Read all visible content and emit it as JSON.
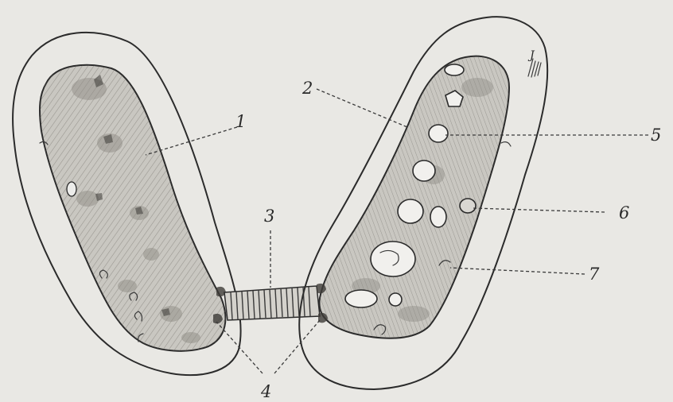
{
  "figure": {
    "labels": {
      "l1": "1",
      "l2": "2",
      "l3": "3",
      "l4": "4",
      "l5": "5",
      "l6": "6",
      "l7": "7"
    },
    "margin_note": "J",
    "colors": {
      "paper": "#e9e8e4",
      "ink": "#2b2b2b",
      "cell_fill": "#c9c7c1",
      "cell_shadow": "#8f8c85"
    }
  }
}
